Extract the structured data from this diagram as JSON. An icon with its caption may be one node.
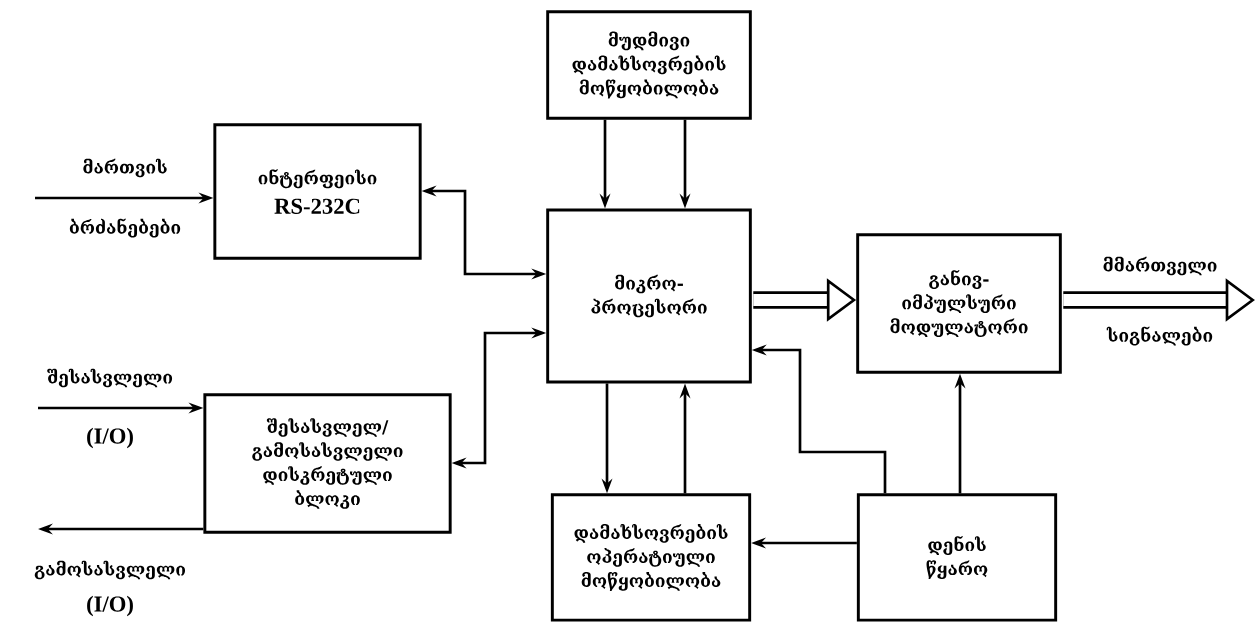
{
  "diagram": {
    "nodes": [
      {
        "text": [
          "ინტერფეისი",
          "RS-232C"
        ]
      },
      {
        "text": [
          "მუდმივი დამახსოვრების მოწყობილობა"
        ]
      },
      {
        "text": [
          "მიკრო- პროცესორი"
        ]
      },
      {
        "text": [
          "განივ- იმპულსური მოდულატორი"
        ]
      },
      {
        "text": [
          "შესასვლელ/ გამოსასვლელი დისკრეტული ბლოკი"
        ]
      },
      {
        "text": [
          "დამახსოვრების ოპერატიული მოწყობილობა"
        ]
      },
      {
        "text": [
          "დენის წყარო"
        ]
      }
    ],
    "edges": [
      {
        "from": null,
        "to": 0,
        "arrow": "to"
      },
      {
        "from": 0,
        "to": 2,
        "arrow": "both"
      },
      {
        "from": 1,
        "to": 2,
        "arrow": "to"
      },
      {
        "from": 1,
        "to": 2,
        "arrow": "to"
      },
      {
        "from": 4,
        "to": 2,
        "arrow": "both"
      },
      {
        "from": null,
        "to": 4,
        "arrow": "to"
      },
      {
        "from": 4,
        "to": null,
        "arrow": "to"
      },
      {
        "from": 2,
        "to": 3,
        "arrow": "to",
        "style": "thick"
      },
      {
        "from": 3,
        "to": null,
        "arrow": "to",
        "style": "thick"
      },
      {
        "from": 2,
        "to": 5,
        "arrow": "to"
      },
      {
        "from": 5,
        "to": 2,
        "arrow": "to"
      },
      {
        "from": 6,
        "to": 5,
        "arrow": "to"
      },
      {
        "from": 6,
        "to": 2,
        "arrow": "to"
      },
      {
        "from": 6,
        "to": 3,
        "arrow": "to"
      }
    ],
    "labels": [
      "მართვის",
      "ბრძანებები",
      "შესასვლელი",
      "(I/O)",
      "გამოსასვლელი",
      "(I/O)",
      "მმართველი",
      "სიგნალები"
    ]
  }
}
